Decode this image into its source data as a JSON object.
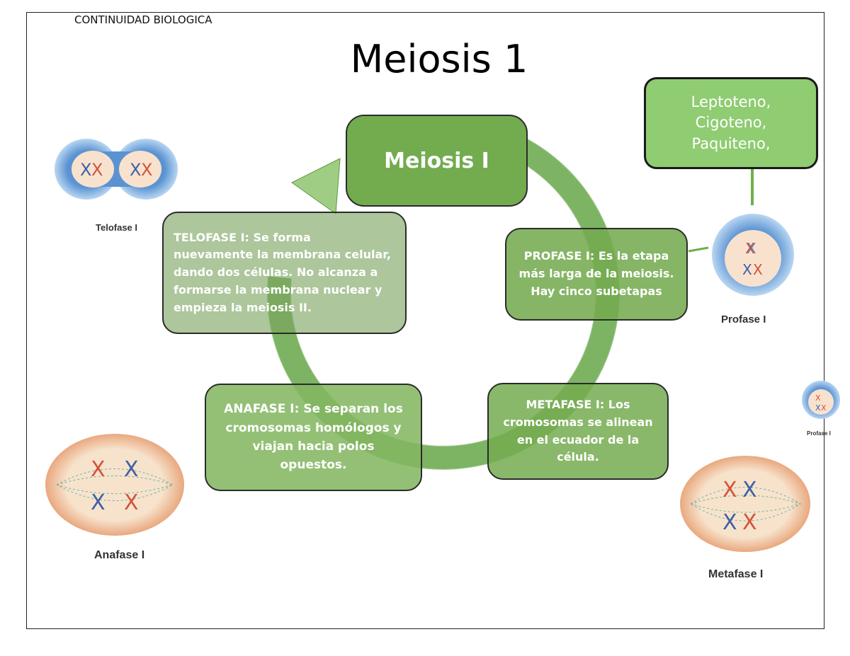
{
  "header": {
    "subject": "CONTINUIDAD BIOLOGICA"
  },
  "title": "Meiosis 1",
  "cycle": {
    "center": "Meiosis I",
    "stages": {
      "profase": "PROFASE I: Es la etapa más larga de la meiosis. Hay cinco subetapas",
      "metafase": "METAFASE I: Los cromosomas se alinean en el ecuador de la célula.",
      "anafase": "ANAFASE I: Se separan los cromosomas homólogos y viajan hacia polos opuestos.",
      "telofase": "TELOFASE I: Se forma nuevamente la membrana celular, dando dos células. No alcanza a formarse la membrana nuclear y empieza la meiosis II."
    }
  },
  "subphases": [
    "Leptoteno,",
    "Cigoteno,",
    "Paquiteno,"
  ],
  "cell_images": {
    "telofase": "Telofase I",
    "profase": "Profase I",
    "profase_small": "Profase I",
    "anafase": "Anafase I",
    "metafase": "Metafase I"
  },
  "colors": {
    "green_box": "#73ab4f",
    "arrow": "#9ccf7f",
    "cell_blue": "#5b93d2",
    "cell_cream": "#f6dcc0",
    "chromosome_red": "#d4523c",
    "chromosome_blue": "#3f5fa8"
  }
}
